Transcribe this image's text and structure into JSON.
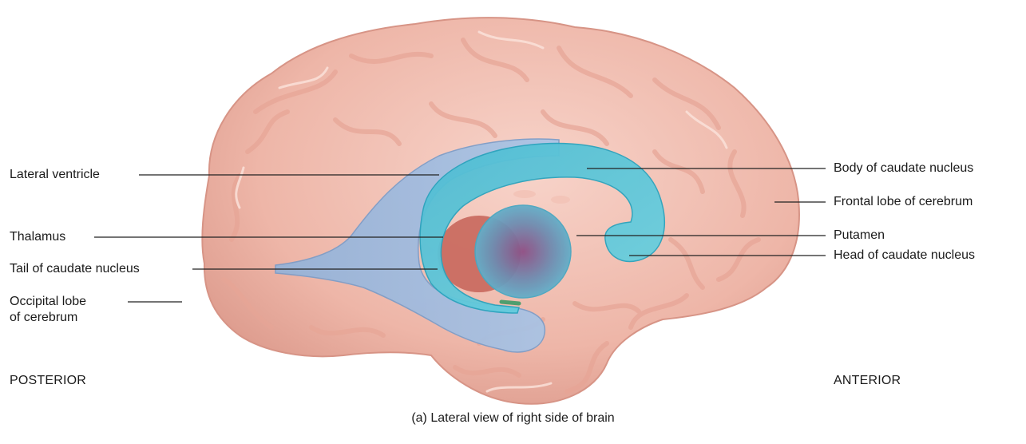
{
  "labels_left": {
    "lateral_ventricle": "Lateral ventricle",
    "thalamus": "Thalamus",
    "tail_caudate": "Tail of caudate nucleus",
    "occipital_line1": "Occipital lobe",
    "occipital_line2": "of cerebrum"
  },
  "labels_right": {
    "body_caudate": "Body of caudate nucleus",
    "frontal_lobe": "Frontal lobe of cerebrum",
    "putamen": "Putamen",
    "head_caudate": "Head of caudate nucleus"
  },
  "orientation": {
    "posterior": "POSTERIOR",
    "anterior": "ANTERIOR"
  },
  "caption": "(a) Lateral view of right side of brain",
  "colors": {
    "brain": "#f1bfb2",
    "brain_shadow": "#d99a8c",
    "ventricle": "#9fbde0",
    "caudate": "#5cc6d8",
    "thalamus": "#c9685c",
    "putamen_core": "#8a5a8c"
  }
}
